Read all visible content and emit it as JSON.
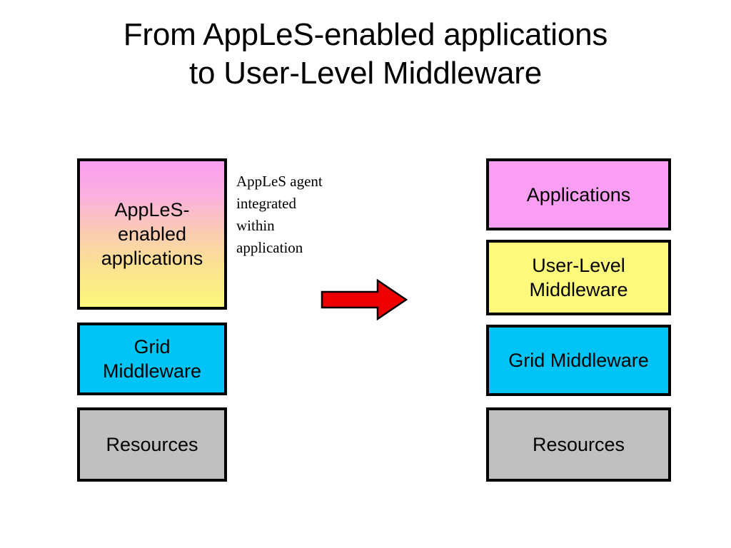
{
  "slide": {
    "title_line_1": "From AppLeS-enabled applications",
    "title_line_2": "to User-Level Middleware",
    "background_color": "#ffffff"
  },
  "left_stack": {
    "name": "AppLeS-enabled application stack",
    "boxes": [
      {
        "id": "apples-enabled-applications",
        "label": "AppLeS-\nenabled\napplications",
        "label_line_1": "AppLeS-",
        "label_line_2": "enabled",
        "label_line_3": "applications",
        "fill": "gradient",
        "fill_top_color": "#fb9ff2",
        "fill_bottom_color": "#fcf87c",
        "border_color": "#000000"
      },
      {
        "id": "grid-middleware-left",
        "label_line_1": "Grid",
        "label_line_2": "Middleware",
        "fill": "#00c4f5",
        "border_color": "#000000"
      },
      {
        "id": "resources-left",
        "label_line_1": "Resources",
        "fill": "#c0c0c0",
        "border_color": "#000000"
      }
    ]
  },
  "annotation": {
    "id": "apples-agent-note",
    "line_1": "AppLeS agent",
    "line_2": "integrated",
    "line_3": "within",
    "line_4": "application"
  },
  "arrow": {
    "id": "transition-arrow",
    "direction": "right",
    "fill_color": "#ee0000",
    "outline_color": "#000000"
  },
  "right_stack": {
    "name": "User-Level Middleware stack",
    "boxes": [
      {
        "id": "applications",
        "label_line_1": "Applications",
        "fill": "#fa9ef3",
        "border_color": "#000000"
      },
      {
        "id": "user-level-middleware",
        "label_line_1": "User-Level",
        "label_line_2": "Middleware",
        "fill": "#fcf97c",
        "border_color": "#000000"
      },
      {
        "id": "grid-middleware-right",
        "label_line_1": "Grid Middleware",
        "fill": "#00c4f5",
        "border_color": "#000000"
      },
      {
        "id": "resources-right",
        "label_line_1": "Resources",
        "fill": "#c0c0c0",
        "border_color": "#000000"
      }
    ]
  }
}
